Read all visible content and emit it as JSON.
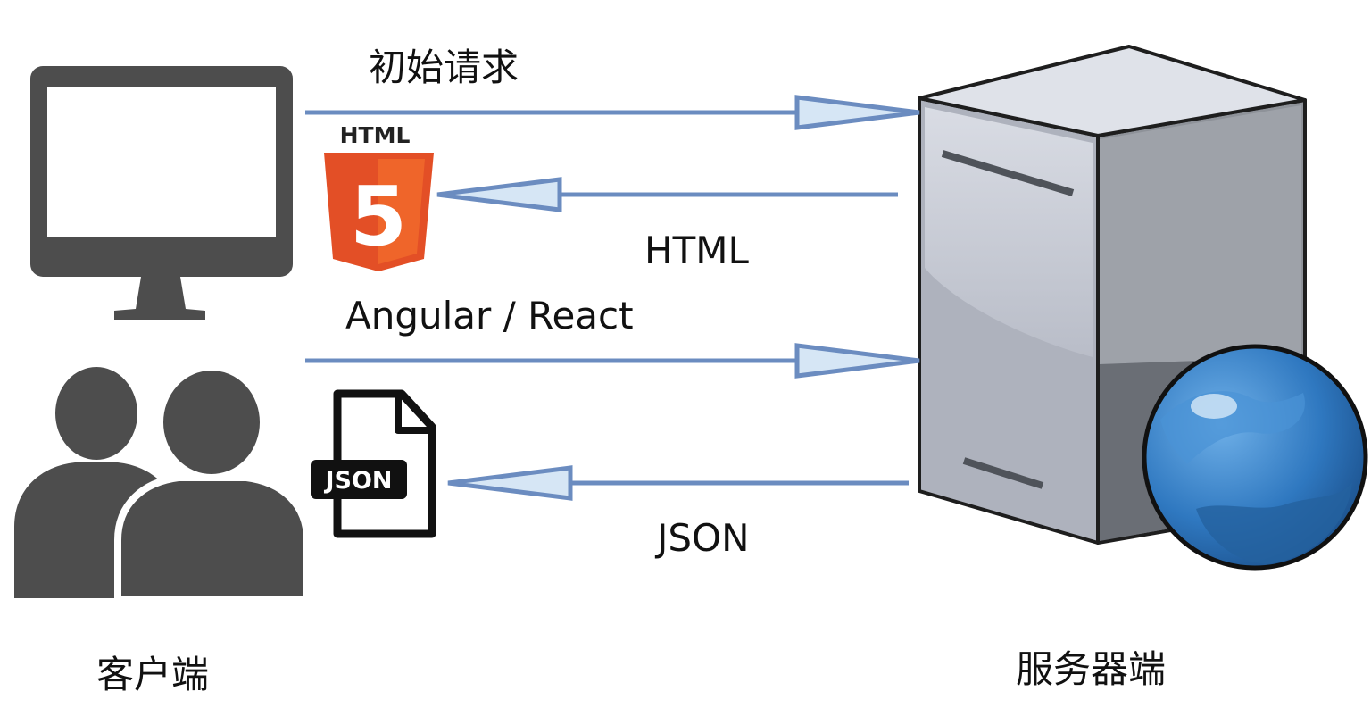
{
  "labels": {
    "initial_request": "初始请求",
    "html_response": "HTML",
    "framework": "Angular /  React",
    "json_response": "JSON",
    "client": "客户端",
    "server": "服务器端"
  },
  "icons": {
    "html5_badge_text": "HTML",
    "html5_shield_digit": "5",
    "json_file_text": "JSON"
  },
  "colors": {
    "arrow": "#6b8cc0",
    "arrow_head_fill": "#d6e6f5",
    "monitor": "#4d4d4d",
    "users": "#4d4d4d",
    "html5_orange": "#e34f26",
    "html5_light": "#ef652a",
    "server_light": "#c4c8d3",
    "server_dark": "#8e9299",
    "globe": "#2f78c0"
  }
}
